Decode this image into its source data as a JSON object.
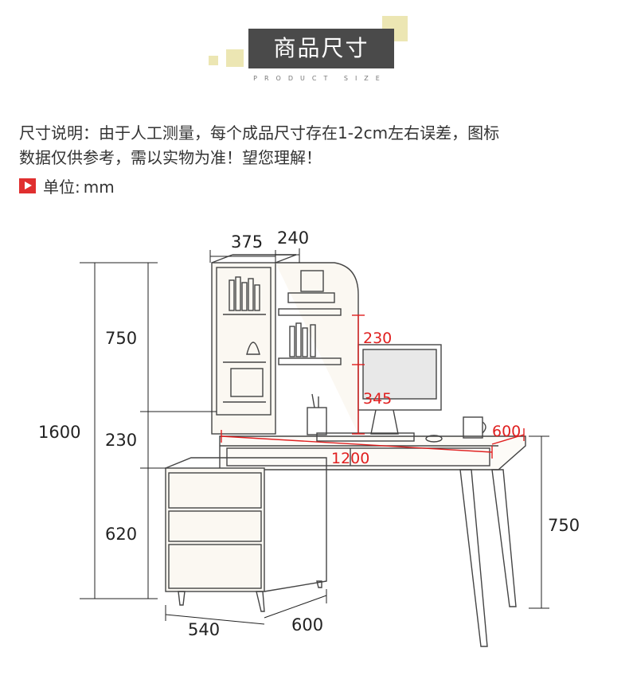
{
  "header": {
    "title": "商品尺寸",
    "subtitle": "PRODUCT SIZE"
  },
  "note": {
    "line1": "尺寸说明：由于人工测量，每个成品尺寸存在1-2cm左右误差，图标",
    "line2": "数据仅供参考，需以实物为准！望您理解！"
  },
  "unit": {
    "label": "单位:",
    "value": "mm"
  },
  "dimensions": {
    "shelf_width": "375",
    "shelf_depth": "240",
    "upper_height": "750",
    "mid_height": "230",
    "total_height": "1600",
    "cabinet_height": "620",
    "cabinet_width": "540",
    "cabinet_depth": "600",
    "desk_height": "750",
    "desk_width": "1200",
    "desk_depth": "600",
    "shelf_gap": "230",
    "shelf_to_desk": "345"
  },
  "colors": {
    "accent": "#e02020",
    "title_bg": "#4a4a4a",
    "square": "#ece6b3"
  }
}
